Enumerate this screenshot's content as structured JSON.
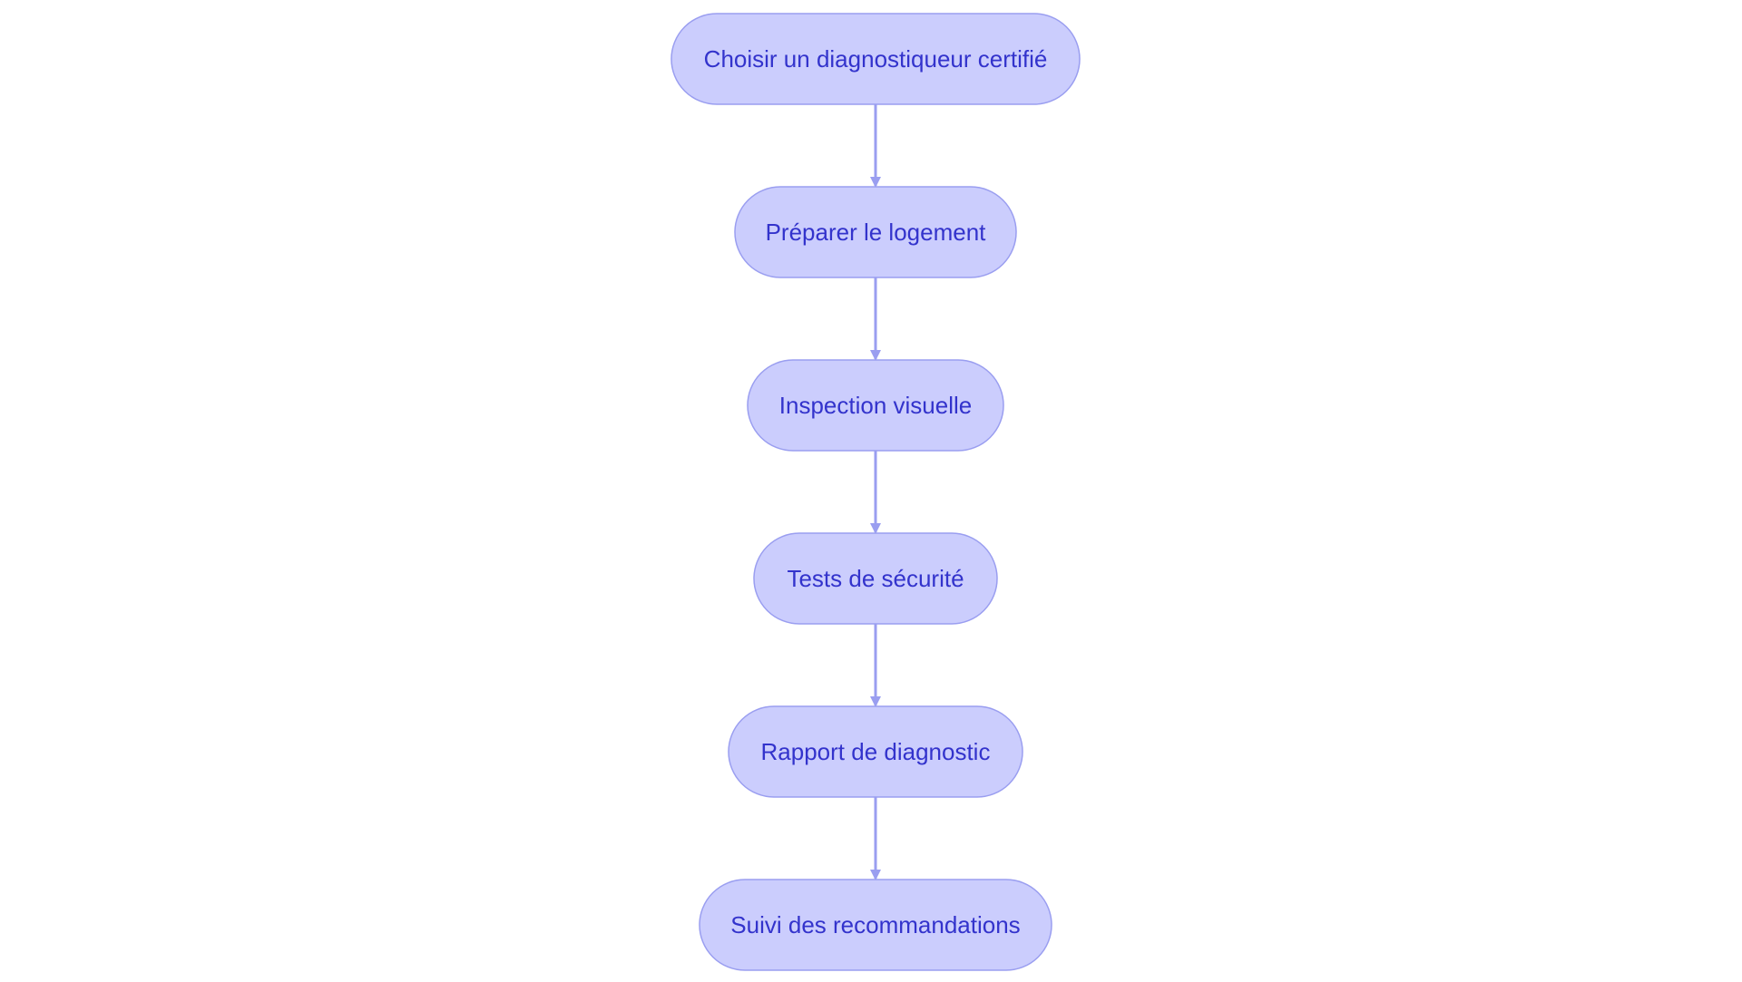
{
  "diagram": {
    "type": "flowchart",
    "direction": "top-to-bottom",
    "colors": {
      "node_fill": "#cbcdfd",
      "node_stroke": "#9a9ef0",
      "text": "#3333cc",
      "edge": "#9a9ef0",
      "background": "#ffffff"
    },
    "nodes": [
      {
        "id": "n1",
        "label": "Choisir un diagnostiqueur certifié",
        "shape": "stadium"
      },
      {
        "id": "n2",
        "label": "Préparer le logement",
        "shape": "stadium"
      },
      {
        "id": "n3",
        "label": "Inspection visuelle",
        "shape": "stadium"
      },
      {
        "id": "n4",
        "label": "Tests de sécurité",
        "shape": "stadium"
      },
      {
        "id": "n5",
        "label": "Rapport de diagnostic",
        "shape": "stadium"
      },
      {
        "id": "n6",
        "label": "Suivi des recommandations",
        "shape": "stadium"
      }
    ],
    "edges": [
      {
        "from": "n1",
        "to": "n2"
      },
      {
        "from": "n2",
        "to": "n3"
      },
      {
        "from": "n3",
        "to": "n4"
      },
      {
        "from": "n4",
        "to": "n5"
      },
      {
        "from": "n5",
        "to": "n6"
      }
    ]
  }
}
